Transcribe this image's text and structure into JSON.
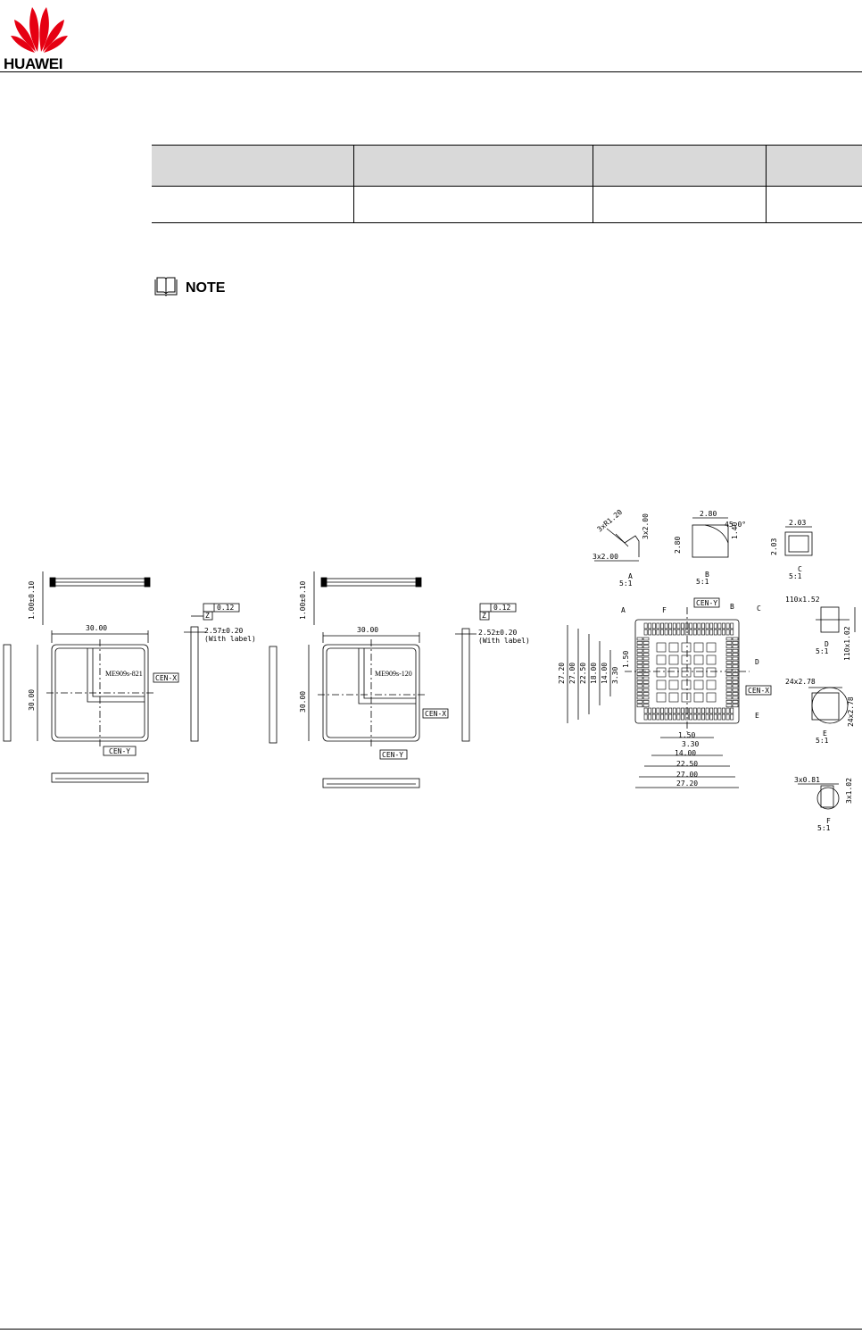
{
  "header": {
    "brand": "HUAWEI"
  },
  "table": {
    "columns": [
      "",
      "",
      "",
      ""
    ],
    "rows": [
      [
        "",
        "",
        "",
        ""
      ]
    ]
  },
  "note": {
    "label": "NOTE"
  },
  "drawing": {
    "views": {
      "module_a": {
        "label": "ME909s-821",
        "top_dim": "1.00±0.10",
        "width_dim": "30.00",
        "height_dim": "30.00",
        "flatness": "0.12",
        "datum": "Z",
        "thickness": "2.57±0.20",
        "thickness_note": "(With label)",
        "cen_x": "CEN-X",
        "cen_y": "CEN-Y"
      },
      "module_b": {
        "label": "ME909s-120",
        "top_dim": "1.00±0.10",
        "width_dim": "30.00",
        "height_dim": "30.00",
        "flatness": "0.12",
        "datum": "Z",
        "thickness": "2.52±0.20",
        "thickness_note": "(With label)",
        "cen_x": "CEN-X",
        "cen_y": "CEN-Y"
      },
      "pad_view": {
        "cen_x": "CEN-X",
        "cen_y": "CEN-Y",
        "callouts": [
          "A",
          "F",
          "B",
          "C",
          "D",
          "E"
        ],
        "vertical_dims": [
          "27.20",
          "27.00",
          "22.50",
          "18.00",
          "14.00",
          "3.30",
          "1.50"
        ],
        "horizontal_dims": [
          "1.50",
          "3.30",
          "14.00",
          "22.50",
          "27.00",
          "27.20"
        ]
      },
      "detail_a": {
        "name": "A",
        "scale": "5:1",
        "dims": [
          "3xR1.20",
          "3x2.00",
          "3x2.00"
        ]
      },
      "detail_b": {
        "name": "B",
        "scale": "5:1",
        "dims": [
          "2.80",
          "45.0°",
          "1.40",
          "2.80"
        ]
      },
      "detail_c": {
        "name": "C",
        "scale": "5:1",
        "dims": [
          "2.03",
          "2.03"
        ]
      },
      "detail_d": {
        "name": "D",
        "scale": "5:1",
        "dims": [
          "110x1.52",
          "110x1.02"
        ]
      },
      "detail_e": {
        "name": "E",
        "scale": "5:1",
        "dims": [
          "24x2.78",
          "24x2.78"
        ]
      },
      "detail_f": {
        "name": "F",
        "scale": "5:1",
        "dims": [
          "3x0.81",
          "3x1.02"
        ]
      }
    }
  }
}
